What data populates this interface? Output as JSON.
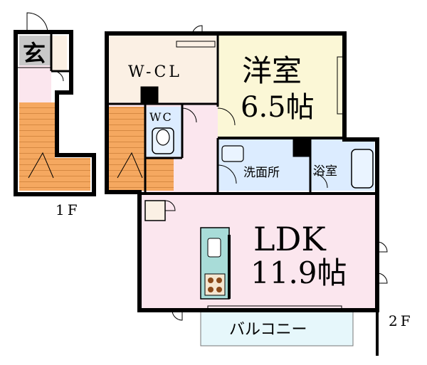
{
  "floor1": {
    "label": "1F",
    "genkan": "玄"
  },
  "floor2": {
    "label": "2F",
    "rooms": {
      "wcl": "W-CL",
      "western": "洋室",
      "western_size": "6.5帖",
      "wc": "WC",
      "washroom": "洗面所",
      "bath": "浴室",
      "ldk": "LDK",
      "ldk_size": "11.9帖",
      "balcony": "バルコニー"
    }
  },
  "colors": {
    "wall": "#000000",
    "genkan_fill": "#c8c8c8",
    "closet_fill": "#fbf0e4",
    "western_fill": "#fbf7d6",
    "hall_fill": "#fbe6ee",
    "stair_fill": "#f5a860",
    "ldk_fill": "#fbe6ee",
    "wet_fill": "#dcecff",
    "balcony_fill": "#e6f7fb",
    "kitchen_fill": "#a8dcd8"
  }
}
